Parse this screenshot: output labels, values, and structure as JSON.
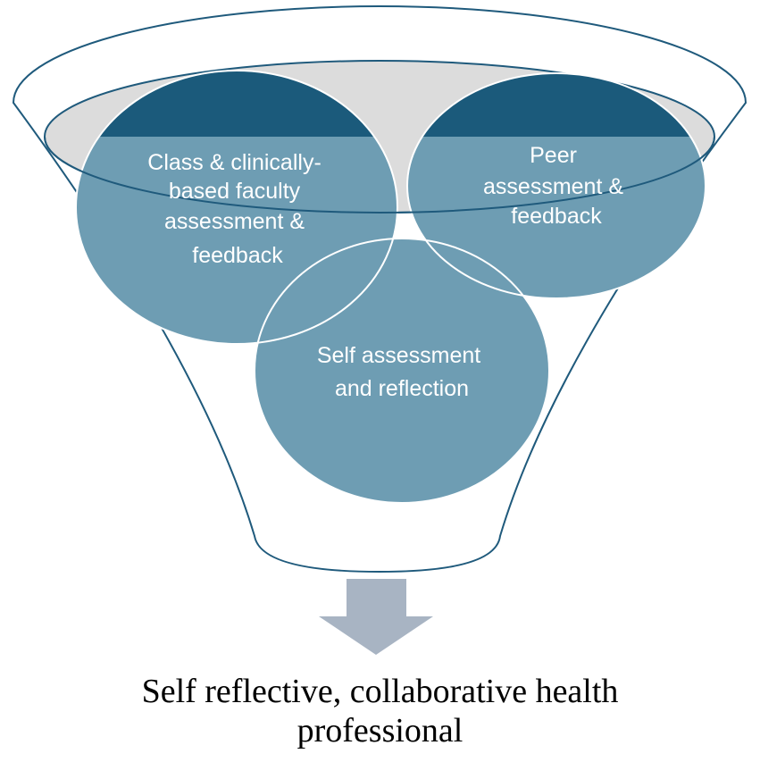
{
  "funnel": {
    "colors": {
      "outline": "#1f5a7c",
      "inner_fill": "#dcdcdc",
      "dark_blue": "#1b5a7b",
      "light_blue": "#6e9db3",
      "arrow": "#a8b4c3"
    }
  },
  "inputs": [
    {
      "id": "faculty",
      "lines": [
        "Class & clinically-",
        "based faculty",
        "assessment  &",
        "feedback"
      ]
    },
    {
      "id": "peer",
      "lines": [
        "Peer",
        "assessment &",
        "feedback"
      ]
    },
    {
      "id": "self",
      "lines": [
        "Self assessment",
        "and reflection"
      ]
    }
  ],
  "arrow_icon": "down-arrow-icon",
  "outcome": {
    "lines": [
      "Self reflective, collaborative health",
      "professional"
    ]
  }
}
